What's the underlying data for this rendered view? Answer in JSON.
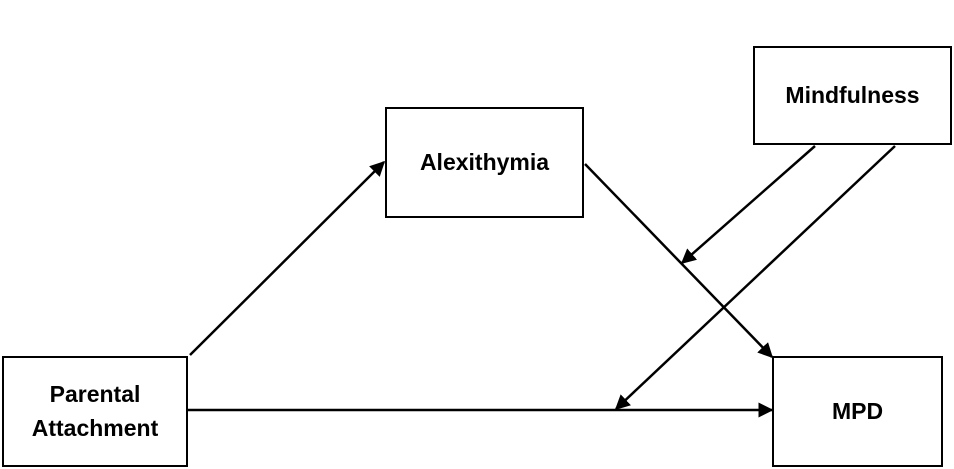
{
  "diagram": {
    "nodes": {
      "mindfulness": {
        "label": "Mindfulness"
      },
      "alexithymia": {
        "label": "Alexithymia"
      },
      "parental_attachment": {
        "line1": "Parental",
        "line2": "Attachment"
      },
      "mpd": {
        "label": "MPD"
      }
    },
    "edges": [
      {
        "from": "Parental Attachment",
        "to": "Alexithymia"
      },
      {
        "from": "Alexithymia",
        "to": "MPD"
      },
      {
        "from": "Parental Attachment",
        "to": "MPD"
      },
      {
        "from": "Mindfulness",
        "to": "Alexithymia → MPD path"
      },
      {
        "from": "Mindfulness",
        "to": "Parental Attachment → MPD path"
      }
    ]
  }
}
